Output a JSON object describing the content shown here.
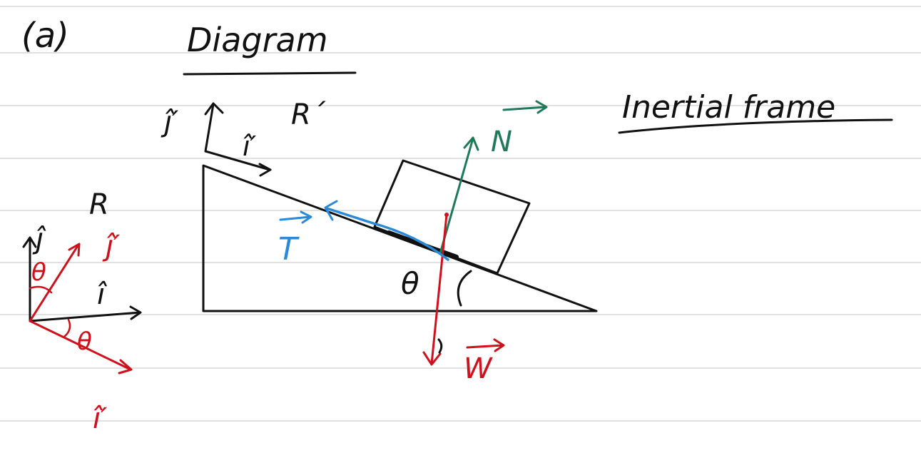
{
  "header": {
    "part_label": "(a)",
    "title": "Diagram",
    "frame_label": "Inertial frame"
  },
  "frames": {
    "incline_frame": {
      "name": "R´",
      "i_label": "î′",
      "j_label": "ĵ′"
    },
    "ground_frame": {
      "name": "R",
      "i_label": "î",
      "j_label": "ĵ"
    },
    "rotated_axes": {
      "i_label": "î′",
      "j_label": "ĵ′",
      "angle_label": "θ"
    }
  },
  "forces": {
    "normal": {
      "label": "N"
    },
    "weight": {
      "label": "W"
    },
    "tension": {
      "label": "T"
    }
  },
  "incline": {
    "angle_label": "θ"
  },
  "colors": {
    "ink": "#111111",
    "red": "#d0101a",
    "green": "#1f7a5a",
    "blue": "#2a8ad8",
    "rule": "#cfcfcf"
  }
}
